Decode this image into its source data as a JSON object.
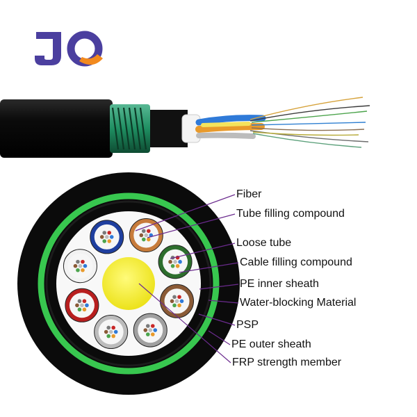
{
  "colors": {
    "brand_blue": "#4b3f9f",
    "brand_orange": "#f28a1e",
    "outer_sheath": "#0e0e0e",
    "armor_green": "#1f8f62",
    "water_blocking_ring": "#38c74f",
    "strength_member": "#f6ef25",
    "leader_line": "#6b2b8e",
    "tube_colors": [
      "#c77b3b",
      "#2d6e2d",
      "#8a5a36",
      "#a0a0a0",
      "#bcbcbc",
      "#b81f1f",
      "#f2f2f2",
      "#1f3f9f"
    ]
  },
  "icons": {
    "logo": "jq-logo",
    "cable_side_view": "optical-cable-side-view",
    "cable_cross_section": "optical-cable-cross-section"
  },
  "callouts": [
    {
      "label": "Fiber"
    },
    {
      "label": "Tube filling compound"
    },
    {
      "label": "Loose tube"
    },
    {
      "label": "Cable filling compound"
    },
    {
      "label": "PE inner sheath"
    },
    {
      "label": "Water-blocking Material"
    },
    {
      "label": "PSP"
    },
    {
      "label": "PE outer sheath"
    },
    {
      "label": "FRP strength member"
    }
  ]
}
